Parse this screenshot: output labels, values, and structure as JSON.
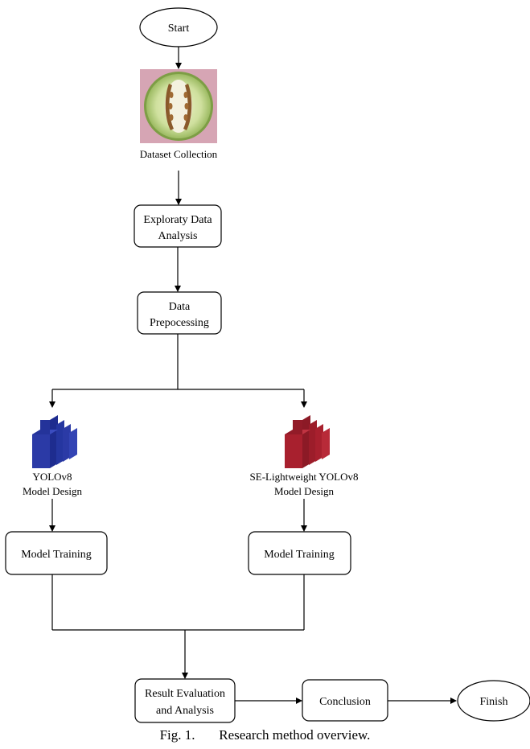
{
  "nodes": {
    "start": "Start",
    "dataset_label": "Dataset Collection",
    "eda_line1": "Exploraty Data",
    "eda_line2": "Analysis",
    "prep_line1": "Data",
    "prep_line2": "Prepocessing",
    "yolo_line1": "YOLOv8",
    "yolo_line2": "Model Design",
    "se_line1": "SE-Lightweight YOLOv8",
    "se_line2": "Model Design",
    "train_left": "Model Training",
    "train_right": "Model Training",
    "result_line1": "Result Evaluation",
    "result_line2": "and Analysis",
    "conclusion": "Conclusion",
    "finish": "Finish"
  },
  "caption": {
    "fig_number": "Fig. 1.",
    "text": "Research method overview."
  },
  "colors": {
    "yolo_model_icon": "#2b3aa6",
    "se_model_icon": "#a8202e",
    "melon_flesh": "#c9dc9a",
    "melon_background": "#d6a5b4"
  }
}
